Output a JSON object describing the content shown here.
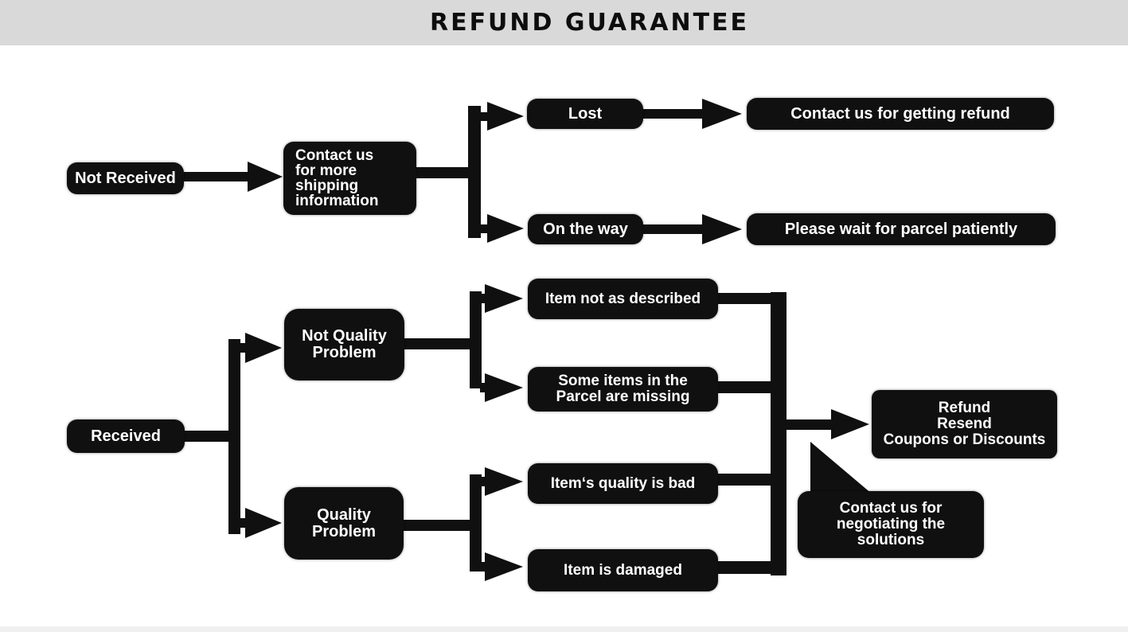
{
  "header": {
    "title": "REFUND GUARANTEE"
  },
  "colors": {
    "header_bg": "#d9d9d9",
    "node_bg": "#101010",
    "node_text": "#ffffff",
    "connector": "#101010",
    "footer_bg": "#f0f0f0",
    "canvas_bg": "#ffffff"
  },
  "nodes": {
    "not_received": {
      "label": "Not Received"
    },
    "contact_shipping": {
      "lines": [
        "Contact us",
        "for more",
        "shipping",
        "information"
      ]
    },
    "lost": {
      "label": "Lost"
    },
    "contact_refund": {
      "label": "Contact us for getting refund"
    },
    "on_the_way": {
      "label": "On the way"
    },
    "wait_parcel": {
      "label": "Please wait for parcel patiently"
    },
    "received": {
      "label": "Received"
    },
    "not_quality_problem": {
      "lines": [
        "Not Quality",
        "Problem"
      ]
    },
    "quality_problem": {
      "lines": [
        "Quality",
        "Problem"
      ]
    },
    "item_not_described": {
      "label": "Item not as described"
    },
    "items_missing": {
      "lines": [
        "Some items in the",
        "Parcel are missing"
      ]
    },
    "quality_bad": {
      "label": "Item‘s quality is bad"
    },
    "item_damaged": {
      "label": "Item is damaged"
    },
    "outcome": {
      "lines": [
        "Refund",
        "Resend",
        "Coupons or Discounts"
      ]
    },
    "negotiate_bubble": {
      "lines": [
        "Contact us for",
        "negotiating the",
        "solutions"
      ]
    }
  }
}
